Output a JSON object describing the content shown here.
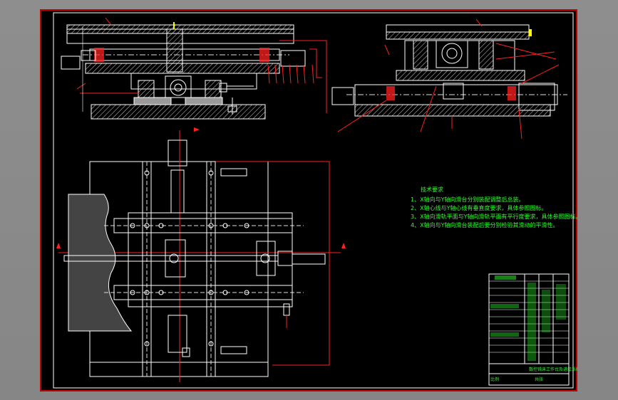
{
  "drawing": {
    "colors": {
      "background": "#8c8c8c",
      "sheet": "#000000",
      "line": "#ffffff",
      "border": "#ff0000",
      "dimension": "#ff2020",
      "notes": "#2bff2b",
      "centerline": "#dddddd",
      "gray_fill": "#9a9a9a"
    },
    "tech_requirements": {
      "title": "技术要求",
      "items": [
        "1、X轴向与Y轴向滑台分别装配调整后总装。",
        "2、X轴心线与Y轴心线有垂直度要求，具体参照图标。",
        "3、X轴向滑轨平面与Y轴向滑轨平面有平行度要求，具体参照图标。",
        "4、X轴向与Y轴向滑台装配后要分别检验其滑动的平滑性。"
      ]
    },
    "title_block": {
      "title": "数控铣床工作台及进给系统设计",
      "row_a": "比例",
      "row_b": "共张"
    }
  }
}
